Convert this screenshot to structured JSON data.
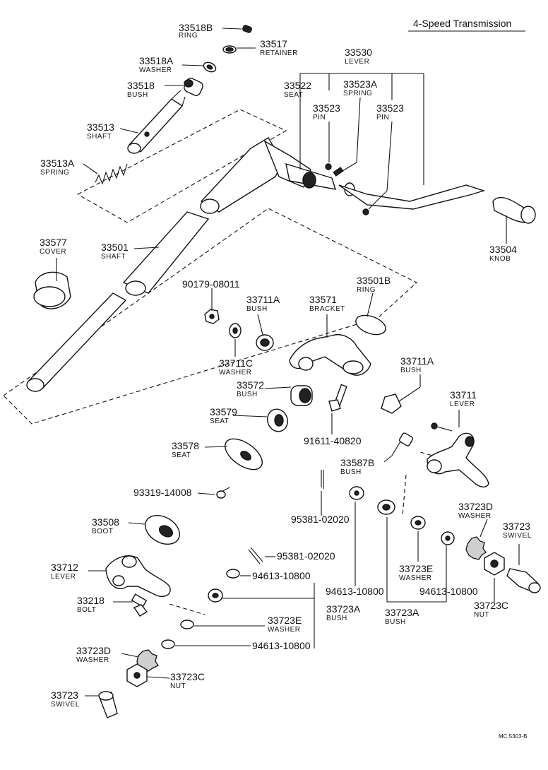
{
  "header": {
    "title": "4-Speed Transmission"
  },
  "footer": {
    "ref": "MC 5303-B"
  },
  "parts": [
    {
      "no": "33518B",
      "name": "RING"
    },
    {
      "no": "33517",
      "name": "RETAINER"
    },
    {
      "no": "33518A",
      "name": "WASHER"
    },
    {
      "no": "33518",
      "name": "BUSH"
    },
    {
      "no": "33513",
      "name": "SHAFT"
    },
    {
      "no": "33513A",
      "name": "SPRING"
    },
    {
      "no": "33530",
      "name": "LEVER"
    },
    {
      "no": "33522",
      "name": "SEAT"
    },
    {
      "no": "33523A",
      "name": "SPRING"
    },
    {
      "no": "33523",
      "name": "PIN"
    },
    {
      "no": "33523",
      "name": "PIN"
    },
    {
      "no": "33577",
      "name": "COVER"
    },
    {
      "no": "33501",
      "name": "SHAFT"
    },
    {
      "no": "33504",
      "name": "KNOB"
    },
    {
      "no": "90179-08011",
      "name": ""
    },
    {
      "no": "33711A",
      "name": "BUSH"
    },
    {
      "no": "33571",
      "name": "BRACKET"
    },
    {
      "no": "33501B",
      "name": "RING"
    },
    {
      "no": "33711C",
      "name": "WASHER"
    },
    {
      "no": "33572",
      "name": "BUSH"
    },
    {
      "no": "33711A",
      "name": "BUSH"
    },
    {
      "no": "33711",
      "name": "LEVER"
    },
    {
      "no": "33579",
      "name": "SEAT"
    },
    {
      "no": "91611-40820",
      "name": ""
    },
    {
      "no": "33578",
      "name": "SEAT"
    },
    {
      "no": "33587B",
      "name": "BUSH"
    },
    {
      "no": "93319-14008",
      "name": ""
    },
    {
      "no": "95381-02020",
      "name": ""
    },
    {
      "no": "33723D",
      "name": "WASHER"
    },
    {
      "no": "33723",
      "name": "SWIVEL"
    },
    {
      "no": "33508",
      "name": "BOOT"
    },
    {
      "no": "95381-02020",
      "name": ""
    },
    {
      "no": "33712",
      "name": "LEVER"
    },
    {
      "no": "94613-10800",
      "name": ""
    },
    {
      "no": "33723E",
      "name": "WASHER"
    },
    {
      "no": "94613-10800",
      "name": ""
    },
    {
      "no": "94613-10800",
      "name": ""
    },
    {
      "no": "33723C",
      "name": "NUT"
    },
    {
      "no": "33218",
      "name": "BOLT"
    },
    {
      "no": "33723A",
      "name": "BUSH"
    },
    {
      "no": "33723A",
      "name": "BUSH"
    },
    {
      "no": "33723E",
      "name": "WASHER"
    },
    {
      "no": "94613-10800",
      "name": ""
    },
    {
      "no": "33723D",
      "name": "WASHER"
    },
    {
      "no": "33723C",
      "name": "NUT"
    },
    {
      "no": "33723",
      "name": "SWIVEL"
    }
  ]
}
